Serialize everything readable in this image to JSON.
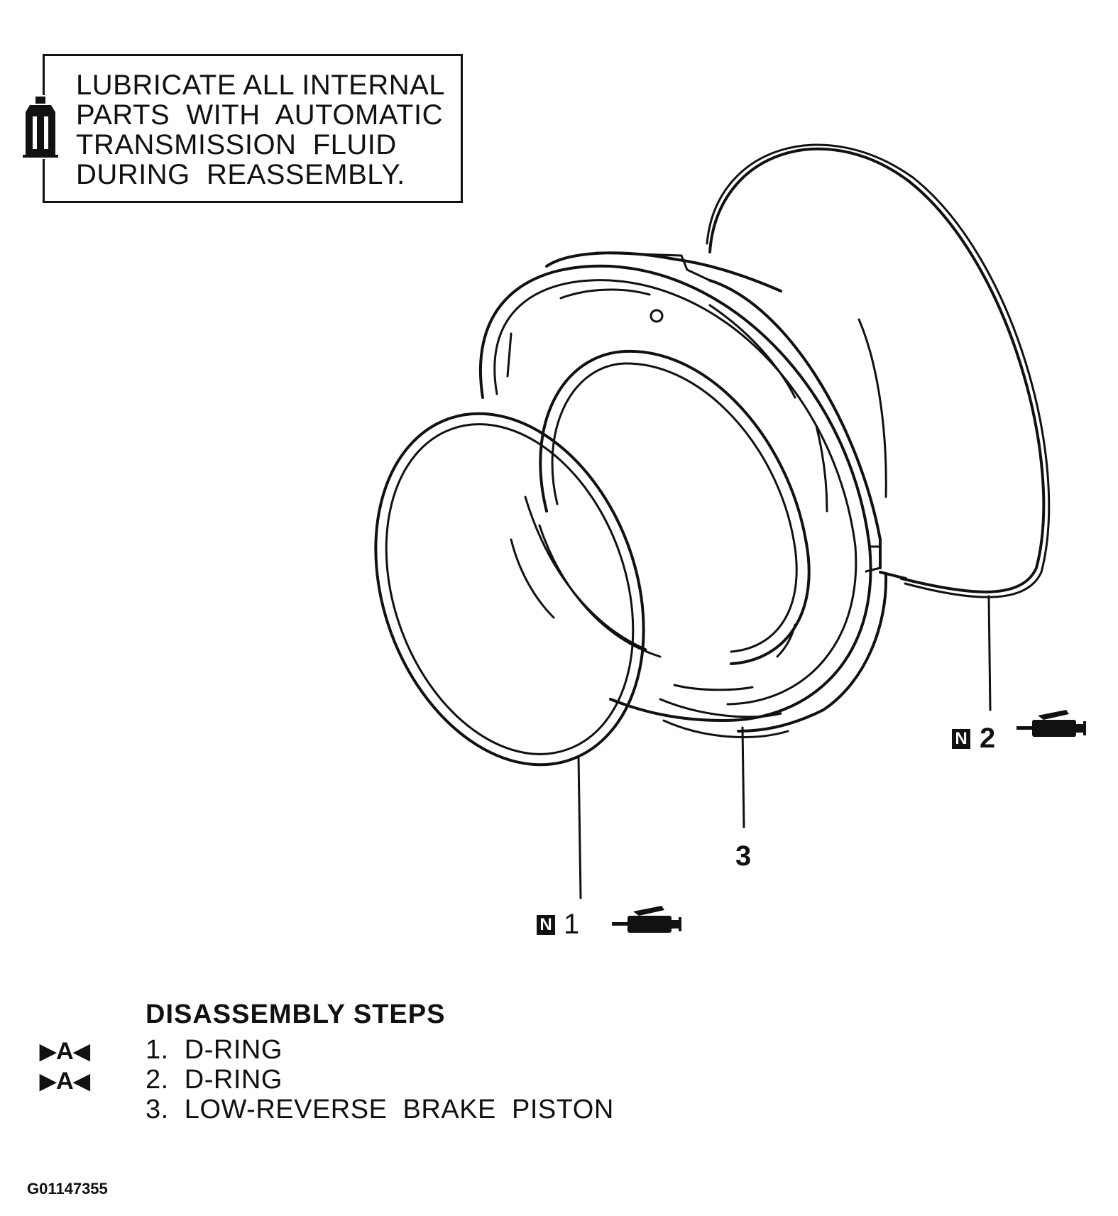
{
  "note": {
    "lines": [
      "LUBRICATE ALL INTERNAL",
      "PARTS  WITH  AUTOMATIC",
      "TRANSMISSION  FLUID",
      "DURING  REASSEMBLY."
    ],
    "icon": "fluid-bottle-icon"
  },
  "callouts": {
    "part1": {
      "badge": "N",
      "number": "1",
      "icon": "grease-gun-icon"
    },
    "part2": {
      "badge": "N",
      "number": "2",
      "icon": "grease-gun-icon"
    },
    "part3": {
      "number": "3"
    }
  },
  "steps": {
    "title": "DISASSEMBLY  STEPS",
    "items": [
      {
        "text": "1.  D-RING",
        "marker": "A"
      },
      {
        "text": "2.  D-RING",
        "marker": "A"
      },
      {
        "text": "3.  LOW-REVERSE  BRAKE  PISTON",
        "marker": ""
      }
    ]
  },
  "figure_code": "G01147355",
  "colors": {
    "ink": "#111111",
    "background": "#ffffff"
  }
}
